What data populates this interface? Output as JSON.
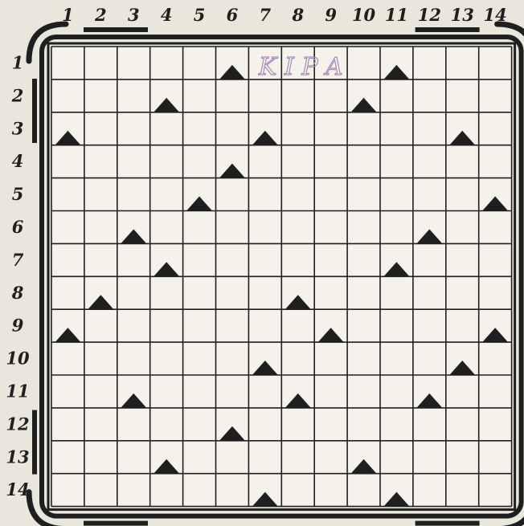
{
  "board": {
    "columns": [
      "1",
      "2",
      "3",
      "4",
      "5",
      "6",
      "7",
      "8",
      "9",
      "10",
      "11",
      "12",
      "13",
      "14"
    ],
    "rows": [
      "1",
      "2",
      "3",
      "4",
      "5",
      "6",
      "7",
      "8",
      "9",
      "10",
      "11",
      "12",
      "13",
      "14"
    ],
    "handwriting": "K I P A",
    "markers": [
      {
        "row": 1,
        "col": 6
      },
      {
        "row": 1,
        "col": 11
      },
      {
        "row": 2,
        "col": 4
      },
      {
        "row": 2,
        "col": 10
      },
      {
        "row": 3,
        "col": 1
      },
      {
        "row": 3,
        "col": 7
      },
      {
        "row": 3,
        "col": 13
      },
      {
        "row": 4,
        "col": 6
      },
      {
        "row": 5,
        "col": 5
      },
      {
        "row": 5,
        "col": 14
      },
      {
        "row": 6,
        "col": 3
      },
      {
        "row": 6,
        "col": 12
      },
      {
        "row": 7,
        "col": 4
      },
      {
        "row": 7,
        "col": 11
      },
      {
        "row": 8,
        "col": 2
      },
      {
        "row": 8,
        "col": 8
      },
      {
        "row": 9,
        "col": 1
      },
      {
        "row": 9,
        "col": 9
      },
      {
        "row": 9,
        "col": 14
      },
      {
        "row": 10,
        "col": 7
      },
      {
        "row": 10,
        "col": 13
      },
      {
        "row": 11,
        "col": 3
      },
      {
        "row": 11,
        "col": 8
      },
      {
        "row": 11,
        "col": 12
      },
      {
        "row": 12,
        "col": 6
      },
      {
        "row": 13,
        "col": 4
      },
      {
        "row": 13,
        "col": 10
      },
      {
        "row": 14,
        "col": 7
      },
      {
        "row": 14,
        "col": 11
      }
    ],
    "colors": {
      "paper": "#e9e6dc",
      "cell": "#f4f2ea",
      "ink": "#1f1f1f",
      "handwriting": "#a88ab8"
    }
  }
}
